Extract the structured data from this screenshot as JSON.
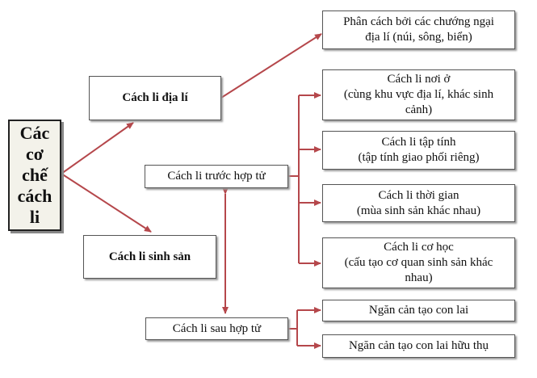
{
  "root": {
    "lines": [
      "Các",
      "cơ",
      "chế",
      "cách",
      "li"
    ]
  },
  "level1": {
    "geo": "Cách li địa lí",
    "repro": "Cách li sinh sản"
  },
  "geo_child": {
    "lines": [
      "Phân cách bởi các chướng ngại",
      "địa lí (núi, sông, biển)"
    ]
  },
  "repro_children": {
    "pre": "Cách li trước hợp tử",
    "post": "Cách li sau hợp tử"
  },
  "pre_children": [
    {
      "lines": [
        "Cách li nơi ở",
        "(cùng khu vực địa lí, khác sinh",
        "cảnh)"
      ]
    },
    {
      "lines": [
        "Cách li tập tính",
        "(tập tính giao phối riêng)"
      ]
    },
    {
      "lines": [
        "Cách li thời gian",
        "(mùa sinh sản khác nhau)"
      ]
    },
    {
      "lines": [
        "Cách li cơ học",
        "(cấu tạo cơ quan sinh sản khác",
        "nhau)"
      ]
    }
  ],
  "post_children": [
    "Ngăn cản tạo con lai",
    "Ngăn cản tạo con lai hữu thụ"
  ],
  "colors": {
    "arrow": "#b5474b",
    "border": "#555555"
  }
}
